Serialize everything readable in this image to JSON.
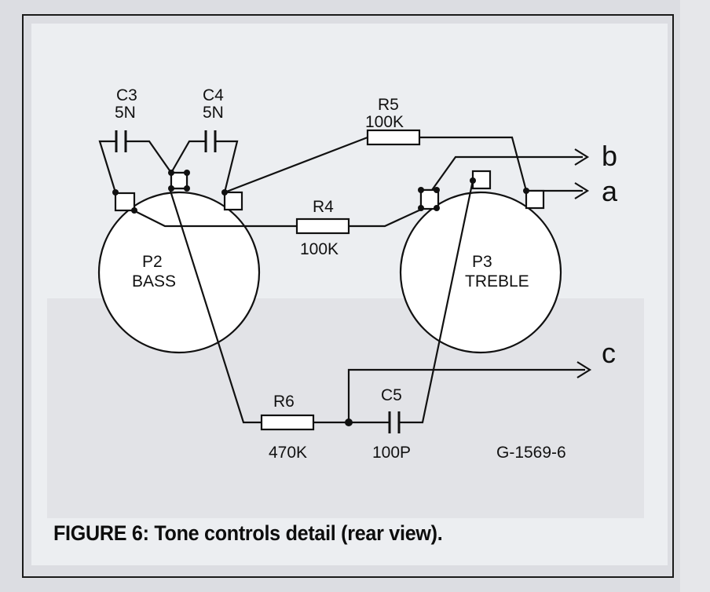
{
  "components": {
    "c3": {
      "ref": "C3",
      "value": "5N"
    },
    "c4": {
      "ref": "C4",
      "value": "5N"
    },
    "c5": {
      "ref": "C5",
      "value": "100P"
    },
    "r4": {
      "ref": "R4",
      "value": "100K"
    },
    "r5": {
      "ref": "R5",
      "value": "100K"
    },
    "r6": {
      "ref": "R6",
      "value": "470K"
    },
    "p2": {
      "ref": "P2",
      "name": "BASS"
    },
    "p3": {
      "ref": "P3",
      "name": "TREBLE"
    }
  },
  "terminals": {
    "a": "a",
    "b": "b",
    "c": "c"
  },
  "figure_code": "G-1569-6",
  "caption": "FIGURE 6: Tone controls detail (rear view).",
  "colors": {
    "background": "#dcdde2",
    "panel": "#f2f2f4",
    "ink": "#111111"
  }
}
